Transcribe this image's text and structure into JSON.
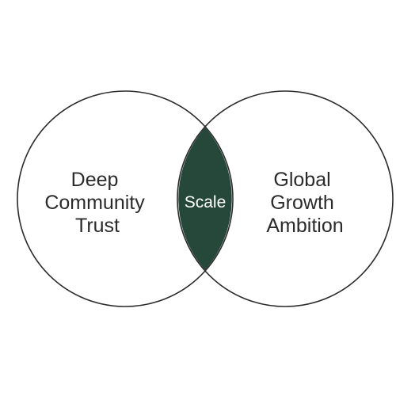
{
  "diagram": {
    "type": "venn",
    "sets": [
      {
        "label_lines": [
          "Deep",
          "Community",
          "Trust"
        ]
      },
      {
        "label_lines": [
          "Global",
          "Growth",
          "Ambition"
        ]
      }
    ],
    "intersection": {
      "label": "Scale"
    },
    "colors": {
      "outline": "#2b2b2b",
      "intersection_fill": "#25483a",
      "intersection_text": "#ffffff",
      "background": "#ffffff"
    }
  }
}
